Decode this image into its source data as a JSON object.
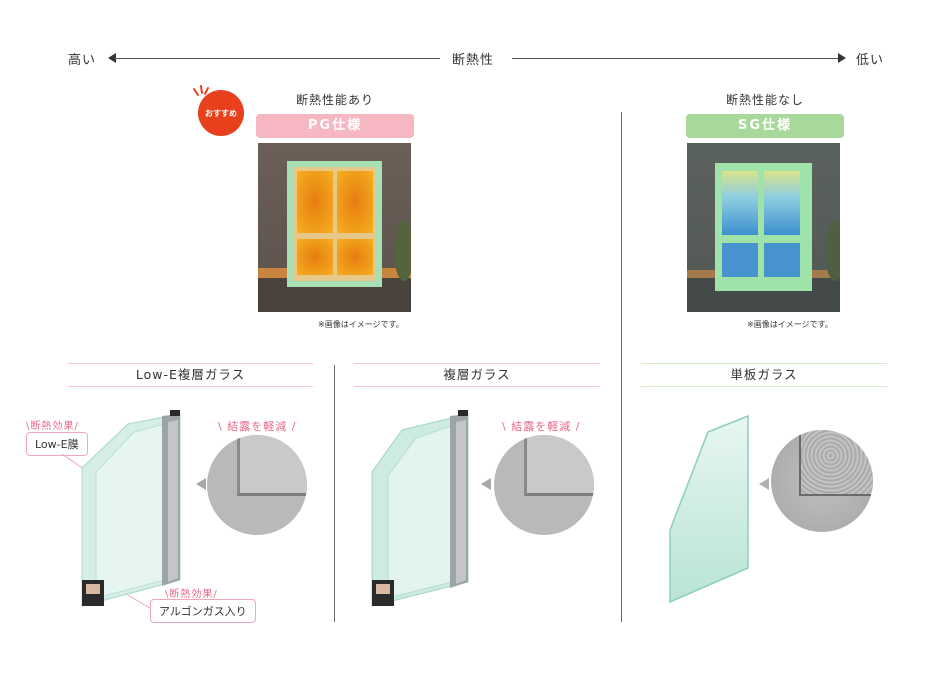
{
  "axis": {
    "title": "断熱性",
    "left_label": "高い",
    "right_label": "低い"
  },
  "columns": {
    "pg": {
      "badge": "おすすめ",
      "caption": "断熱性能あり",
      "spec_label": "PG仕様",
      "spec_color": "#f6b7c2",
      "image_note": "※画像はイメージです。"
    },
    "sg": {
      "caption": "断熱性能なし",
      "spec_label": "SG仕様",
      "spec_color": "#a8d89a",
      "image_note": "※画像はイメージです。"
    }
  },
  "glass_types": [
    {
      "title": "Low-E複層ガラス",
      "effect_tag_top": "断熱効果",
      "feature_top": "Low-E膜",
      "effect_tag_bottom": "断熱効果",
      "feature_bottom": "アルゴンガス入り",
      "condensation": "結露を軽減"
    },
    {
      "title": "複層ガラス",
      "condensation": "結露を軽減"
    },
    {
      "title": "単板ガラス"
    }
  ]
}
